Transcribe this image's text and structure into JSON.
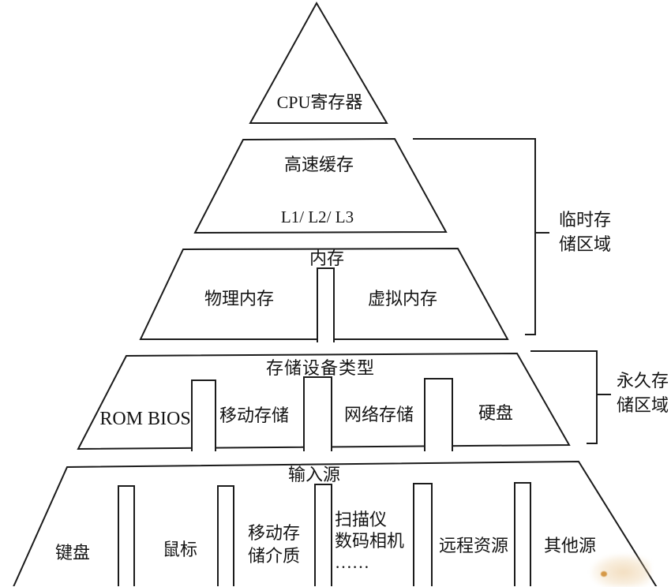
{
  "pyramid": {
    "level1": {
      "label": "CPU寄存器"
    },
    "level2": {
      "label": "高速缓存",
      "sublabel": "L1/ L2/ L3"
    },
    "level3": {
      "label": "内存",
      "sections": [
        "物理内存",
        "虚拟内存"
      ]
    },
    "level4": {
      "label": "存储设备类型",
      "sections": [
        "ROM BIOS",
        "移动存储",
        "网络存储",
        "硬盘"
      ]
    },
    "level5": {
      "label": "输入源",
      "sections": [
        [
          "键盘"
        ],
        [
          "鼠标"
        ],
        [
          "移动存",
          "储介质"
        ],
        [
          "扫描仪",
          "数码相机",
          "……"
        ],
        [
          "远程资源"
        ],
        [
          "其他源"
        ]
      ]
    }
  },
  "brackets": [
    {
      "lines": [
        "临时存",
        "储区域"
      ]
    },
    {
      "lines": [
        "永久存",
        "储区域"
      ]
    }
  ],
  "colors": {
    "line": "#1b1b1b",
    "background": "#ffffff",
    "watermark": "#cf8a2e"
  }
}
